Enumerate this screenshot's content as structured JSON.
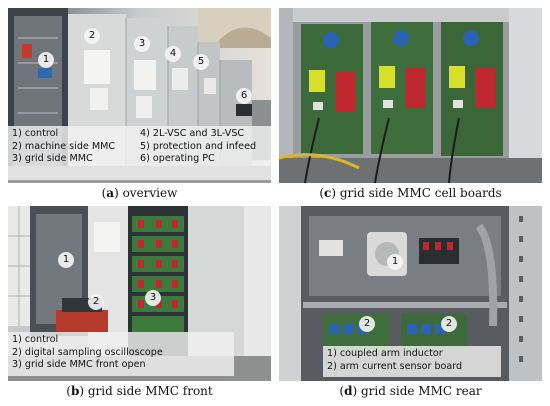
{
  "panels": {
    "a": {
      "caption_letter": "a",
      "caption_text": "overview",
      "markers": [
        "1",
        "2",
        "3",
        "4",
        "5",
        "6"
      ],
      "legend_left": [
        "1) control",
        "2) machine side MMC",
        "3) grid side MMC"
      ],
      "legend_right": [
        "4) 2L-VSC and 3L-VSC",
        "5) protection and infeed",
        "6) operating PC"
      ]
    },
    "c": {
      "caption_letter": "c",
      "caption_text": "grid side MMC cell boards"
    },
    "b": {
      "caption_letter": "b",
      "caption_text": "grid side MMC front",
      "markers": [
        "1",
        "2",
        "3"
      ],
      "legend": [
        "1) control",
        "2) digital sampling oscilloscope",
        "3) grid side MMC front open"
      ]
    },
    "d": {
      "caption_letter": "d",
      "caption_text": "grid side MMC rear",
      "markers": [
        "1",
        "2",
        "2"
      ],
      "legend": [
        "1) coupled arm inductor",
        "2) arm current sensor board"
      ]
    }
  }
}
